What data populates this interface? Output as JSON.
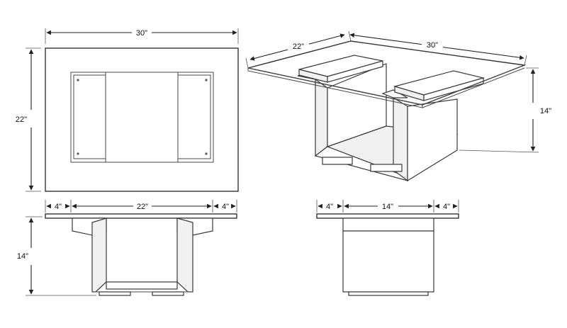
{
  "dimensions": {
    "top_width": "30\"",
    "top_depth": "22\"",
    "iso_depth": "22\"",
    "iso_width": "30\"",
    "iso_height": "14\"",
    "front_overhang_left": "4\"",
    "front_span": "22\"",
    "front_overhang_right": "4\"",
    "front_height": "14\"",
    "side_overhang_left": "4\"",
    "side_span": "14\"",
    "side_overhang_right": "4\""
  },
  "colors": {
    "line": "#4a4a4a",
    "dimension": "#222222",
    "background": "#ffffff"
  }
}
